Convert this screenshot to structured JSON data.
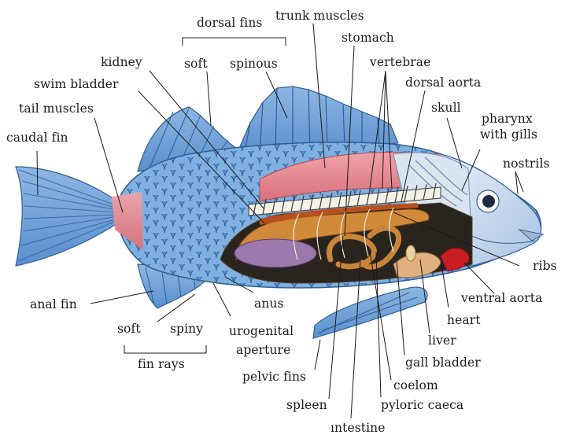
{
  "colors": {
    "background": "#ffffff",
    "fin": "#6f9ed0",
    "fin_ray": "#2f5f95",
    "body_scales": "#5a8fcd",
    "muscle_pink": "#e88a90",
    "skull_silver": "#cfdcec",
    "organ_orange": "#d08a3a",
    "liver_tan": "#e0b080",
    "heart_red": "#c81e22",
    "spleen_purple": "#8f6aa0",
    "label_text": "#1a1a1a",
    "leader_line": "#1a1a1a"
  },
  "icons": [
    "fish-body-illustration"
  ],
  "labels": {
    "dorsal_fins": "dorsal fins",
    "soft_dorsal": "soft",
    "spinous": "spinous",
    "trunk_muscles": "trunk muscles",
    "stomach": "stomach",
    "vertebrae": "vertebrae",
    "kidney": "kidney",
    "swim_bladder": "swim bladder",
    "tail_muscles": "tail muscles",
    "dorsal_aorta": "dorsal aorta",
    "skull": "skull",
    "pharynx_line1": "pharynx",
    "pharynx_line2": "with gills",
    "caudal_fin": "caudal fin",
    "nostrils": "nostrils",
    "ribs": "ribs",
    "anal_fin": "anal fin",
    "anus": "anus",
    "ventral_aorta": "ventral aorta",
    "soft_rays": "soft",
    "spiny": "spiny",
    "urogenital_line1": "urogenital",
    "urogenital_line2": "aperture",
    "heart": "heart",
    "liver": "liver",
    "fin_rays": "fin rays",
    "gall_bladder": "gall bladder",
    "pelvic_fins": "pelvic fins",
    "coelom": "coelom",
    "spleen": "spleen",
    "pyloric_caeca": "pyloric caeca",
    "intestine": "ıntestine"
  }
}
